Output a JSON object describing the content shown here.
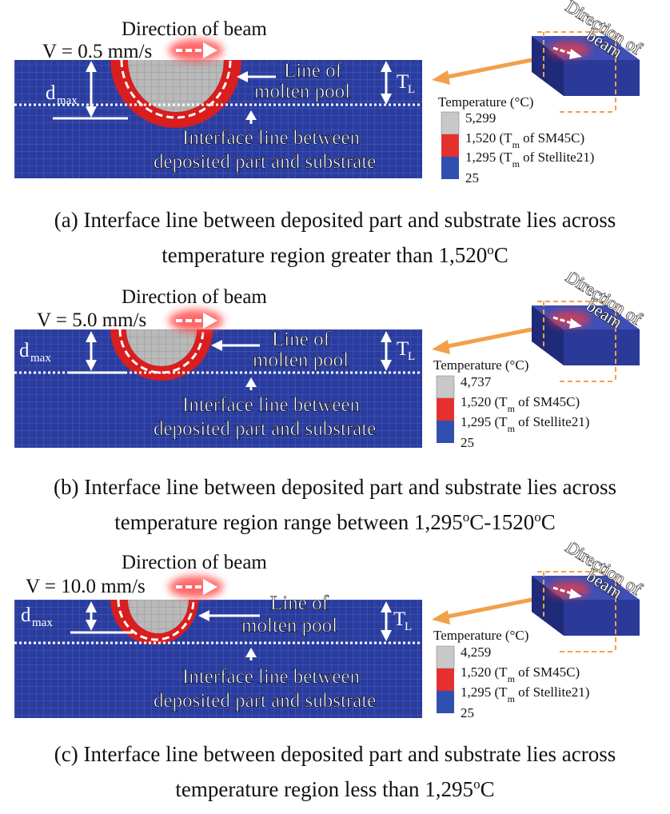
{
  "colors": {
    "substrate": "#2a3d9e",
    "grid": "#5468c8",
    "molten_red": "#e02020",
    "molten_gray": "#b8b8b8",
    "arrow_orange": "#f0a050",
    "legend_gray": "#c8c8c8",
    "legend_red": "#e53030",
    "legend_blue": "#3050b0"
  },
  "common": {
    "direction_label": "Direction of beam",
    "molten_label_1": "Line of",
    "molten_label_2": "molten pool",
    "interface_label_1": "Interface line between",
    "interface_label_2": "deposited part and substrate",
    "dmax_base": "d",
    "dmax_sub": "max",
    "tl_base": "T",
    "tl_sub": "L",
    "legend_title": "Temperature (°C)",
    "legend_sm": "of SM45C)",
    "legend_stellite": "of Stellite21)",
    "legend_tm": "T",
    "legend_tm_sub": "m",
    "legend_min": "25",
    "legend_1520": "1,520",
    "legend_1295": "1,295",
    "block_dir_1": "Direction of",
    "block_dir_2": "beam"
  },
  "panels": [
    {
      "speed": "V = 0.5 mm/s",
      "legend_max": "5,299",
      "caption_line1": "(a) Interface line between deposited part and substrate lies across",
      "caption_line2_pre": "temperature region greater than 1,520",
      "caption_line2_sup": "o",
      "caption_line2_post": "C"
    },
    {
      "speed": "V = 5.0 mm/s",
      "legend_max": "4,737",
      "caption_line1": "(b) Interface line between deposited part and substrate lies across",
      "caption_line2_pre": "temperature region range between 1,295",
      "caption_line2_sup": "o",
      "caption_line2_mid": "C-1520",
      "caption_line2_sup2": "o",
      "caption_line2_post": "C"
    },
    {
      "speed": "V = 10.0 mm/s",
      "legend_max": "4,259",
      "caption_line1": "(c) Interface line between deposited part and substrate lies across",
      "caption_line2_pre": "temperature region less than 1,295",
      "caption_line2_sup": "o",
      "caption_line2_post": "C"
    }
  ]
}
